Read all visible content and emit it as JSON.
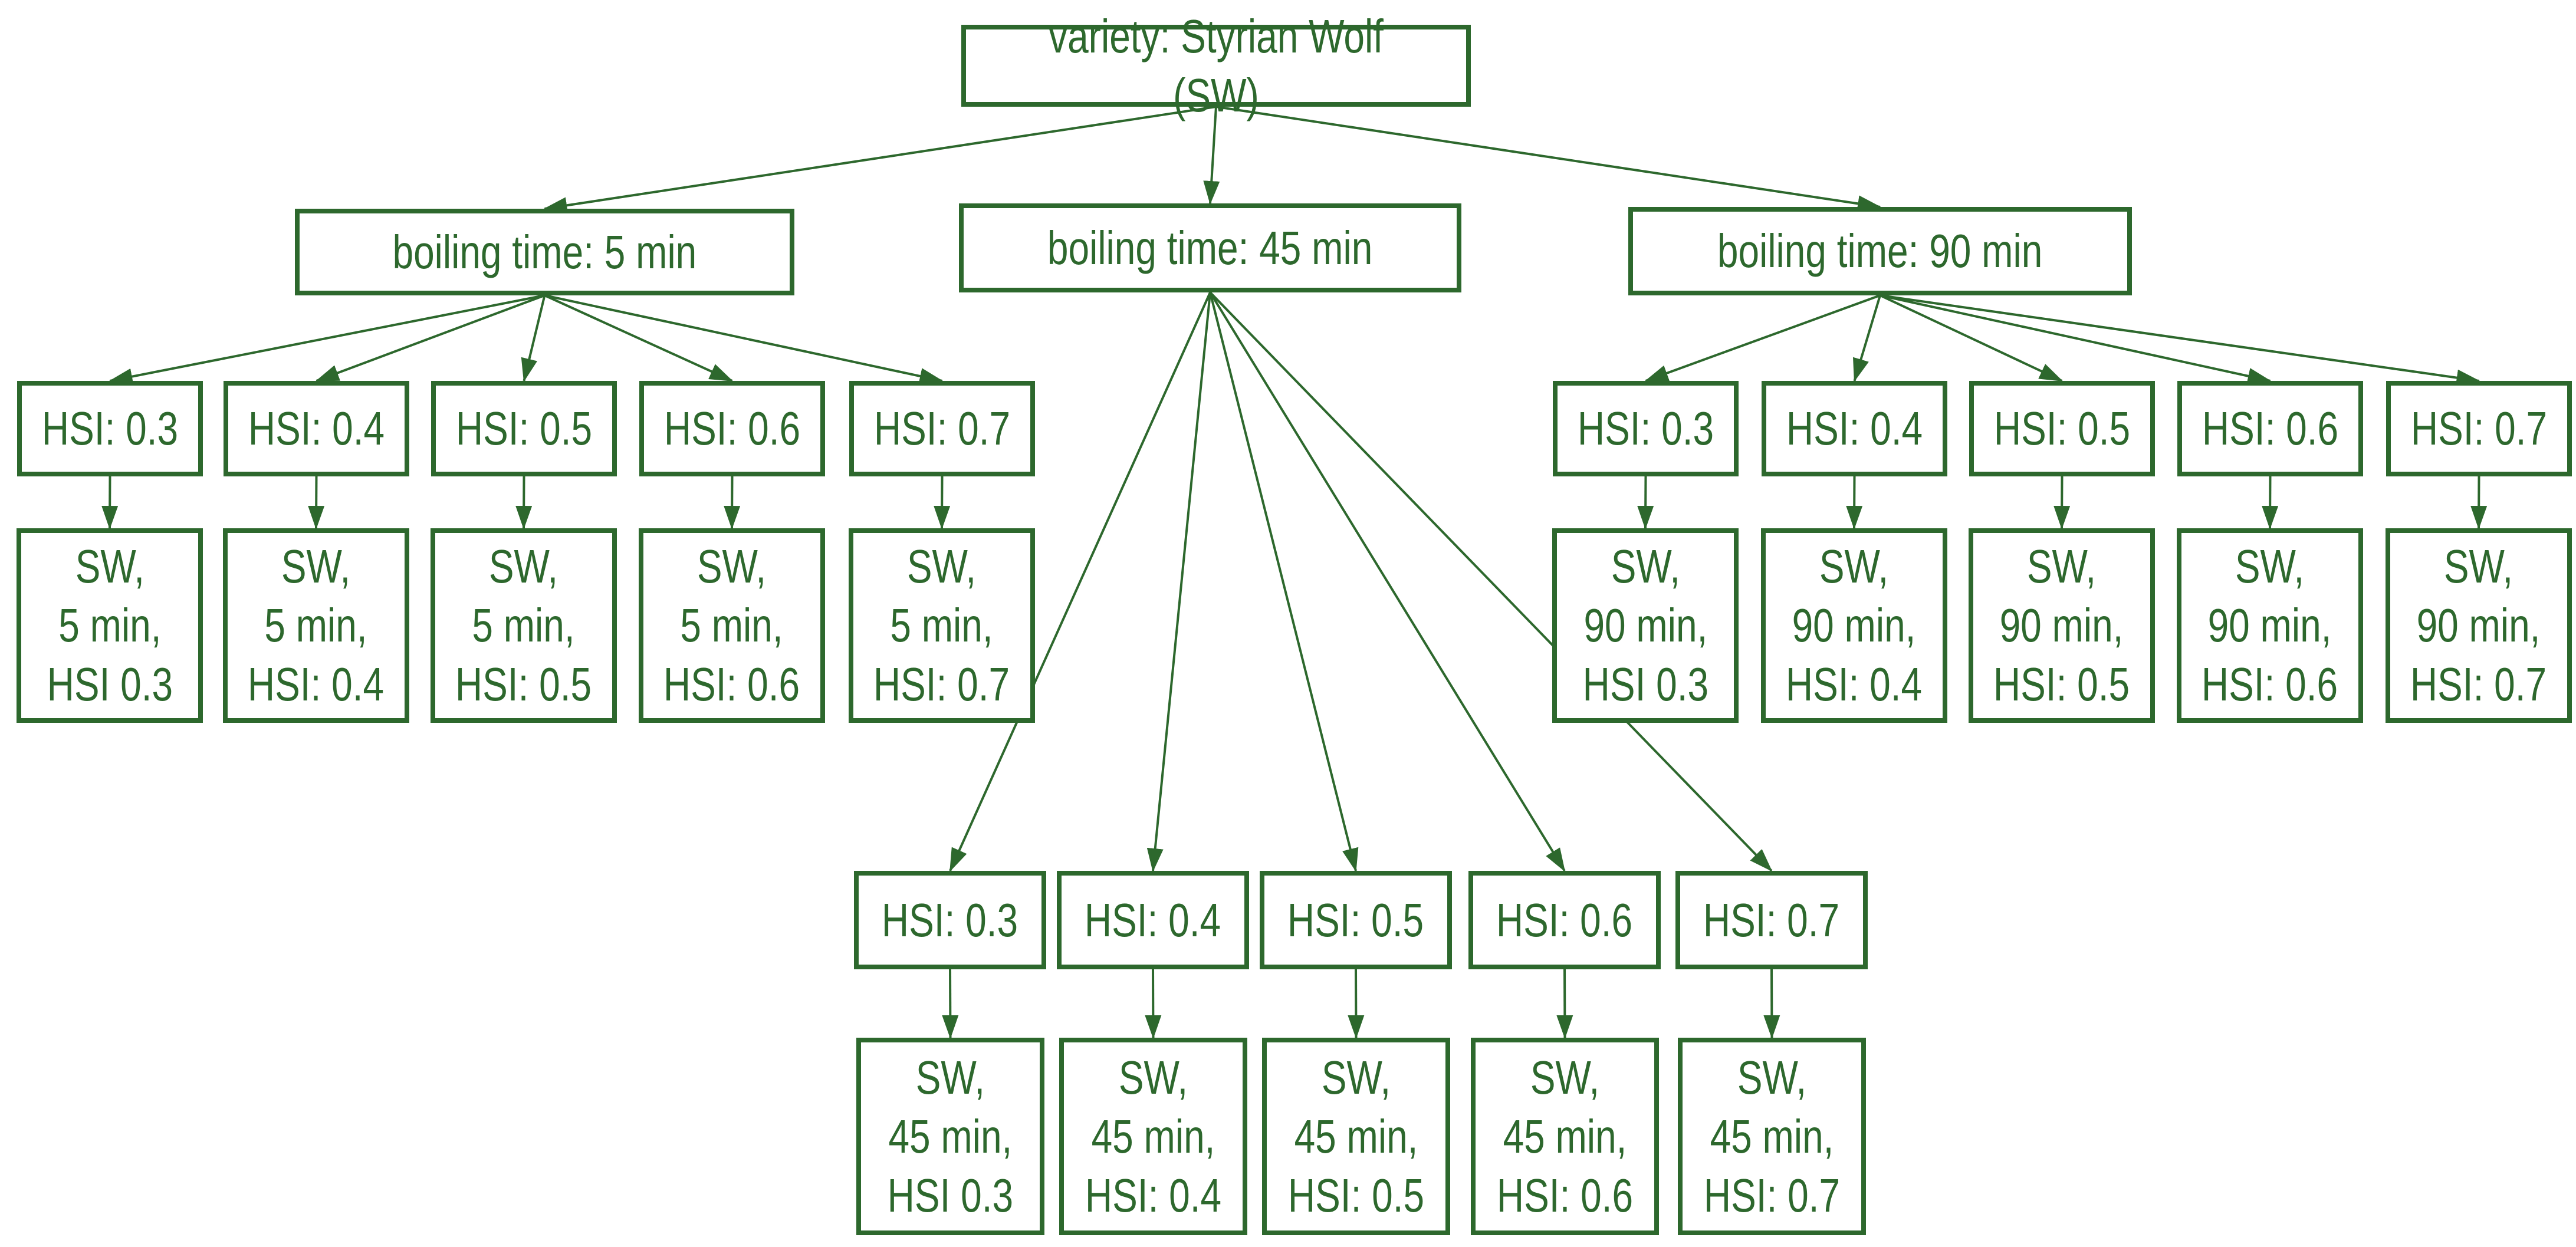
{
  "diagram": {
    "colors": {
      "green": "#2d682d",
      "background": "#ffffff"
    },
    "root": {
      "label": "variety: Styrian Wolf (SW)"
    },
    "branches": [
      {
        "label": "boiling time: 5 min",
        "children": [
          {
            "hsi": "HSI: 0.3",
            "leaf": "SW,\n5 min,\nHSI 0.3"
          },
          {
            "hsi": "HSI: 0.4",
            "leaf": "SW,\n5 min,\nHSI: 0.4"
          },
          {
            "hsi": "HSI: 0.5",
            "leaf": "SW,\n5 min,\nHSI: 0.5"
          },
          {
            "hsi": "HSI: 0.6",
            "leaf": "SW,\n5 min,\nHSI: 0.6"
          },
          {
            "hsi": "HSI: 0.7",
            "leaf": "SW,\n5 min,\nHSI: 0.7"
          }
        ]
      },
      {
        "label": "boiling time: 45 min",
        "children": [
          {
            "hsi": "HSI: 0.3",
            "leaf": "SW,\n45 min,\nHSI 0.3"
          },
          {
            "hsi": "HSI: 0.4",
            "leaf": "SW,\n45 min,\nHSI: 0.4"
          },
          {
            "hsi": "HSI: 0.5",
            "leaf": "SW,\n45 min,\nHSI: 0.5"
          },
          {
            "hsi": "HSI: 0.6",
            "leaf": "SW,\n45 min,\nHSI: 0.6"
          },
          {
            "hsi": "HSI: 0.7",
            "leaf": "SW,\n45 min,\nHSI: 0.7"
          }
        ]
      },
      {
        "label": "boiling time: 90 min",
        "children": [
          {
            "hsi": "HSI: 0.3",
            "leaf": "SW,\n90 min,\nHSI 0.3"
          },
          {
            "hsi": "HSI: 0.4",
            "leaf": "SW,\n90 min,\nHSI: 0.4"
          },
          {
            "hsi": "HSI: 0.5",
            "leaf": "SW,\n90 min,\nHSI: 0.5"
          },
          {
            "hsi": "HSI: 0.6",
            "leaf": "SW,\n90 min,\nHSI: 0.6"
          },
          {
            "hsi": "HSI: 0.7",
            "leaf": "SW,\n90 min,\nHSI: 0.7"
          }
        ]
      }
    ]
  }
}
